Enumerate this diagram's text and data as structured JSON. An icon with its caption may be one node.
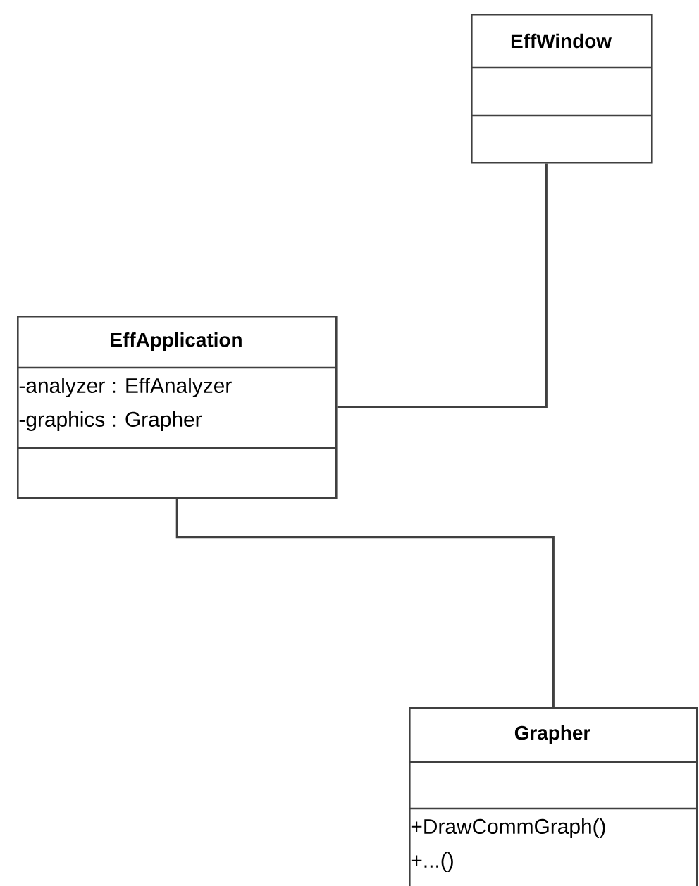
{
  "diagram": {
    "nodes": [
      {
        "text": [
          "EffWindow"
        ]
      },
      {
        "text": [
          "EffApplication",
          "-analyzer : EffAnalyzer",
          "-graphics : Grapher"
        ]
      },
      {
        "text": [
          "Grapher",
          "+DrawCommGraph()",
          "+...()"
        ]
      }
    ],
    "edges": [
      {
        "from": 1,
        "to": 0,
        "arrow": "none"
      },
      {
        "from": 1,
        "to": 2,
        "arrow": "none"
      }
    ]
  }
}
